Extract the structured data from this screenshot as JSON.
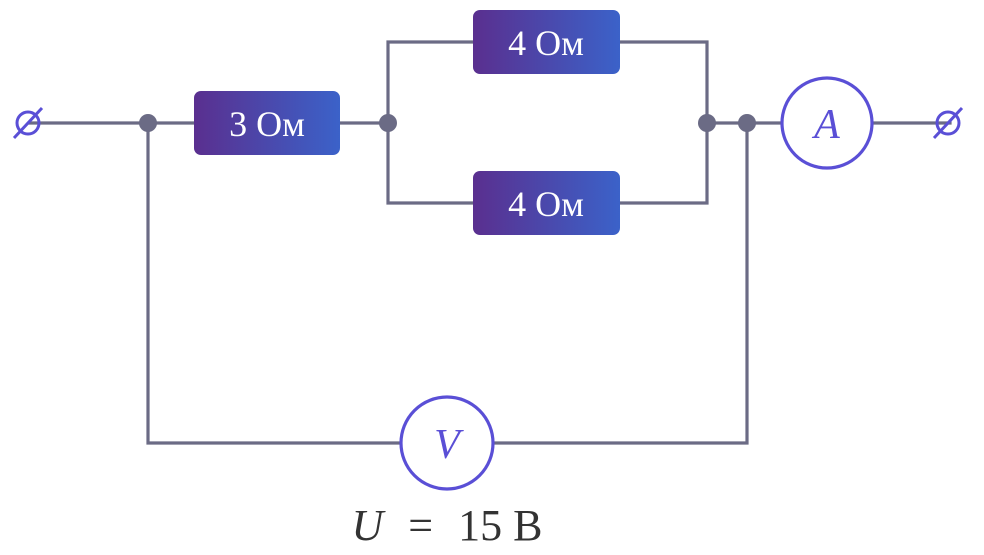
{
  "resistors": {
    "r_series": "3 Ом",
    "r_parallel_top": "4 Ом",
    "r_parallel_bottom": "4 Ом"
  },
  "meters": {
    "ammeter": "A",
    "voltmeter": "V"
  },
  "caption": {
    "symbol": "U",
    "equals": "=",
    "value": "15 В"
  },
  "colors": {
    "wire": "#6b6b85",
    "meter": "#5a4fd6",
    "resistor_gradient_start": "#5a2f8f",
    "resistor_gradient_end": "#3b62c9"
  }
}
